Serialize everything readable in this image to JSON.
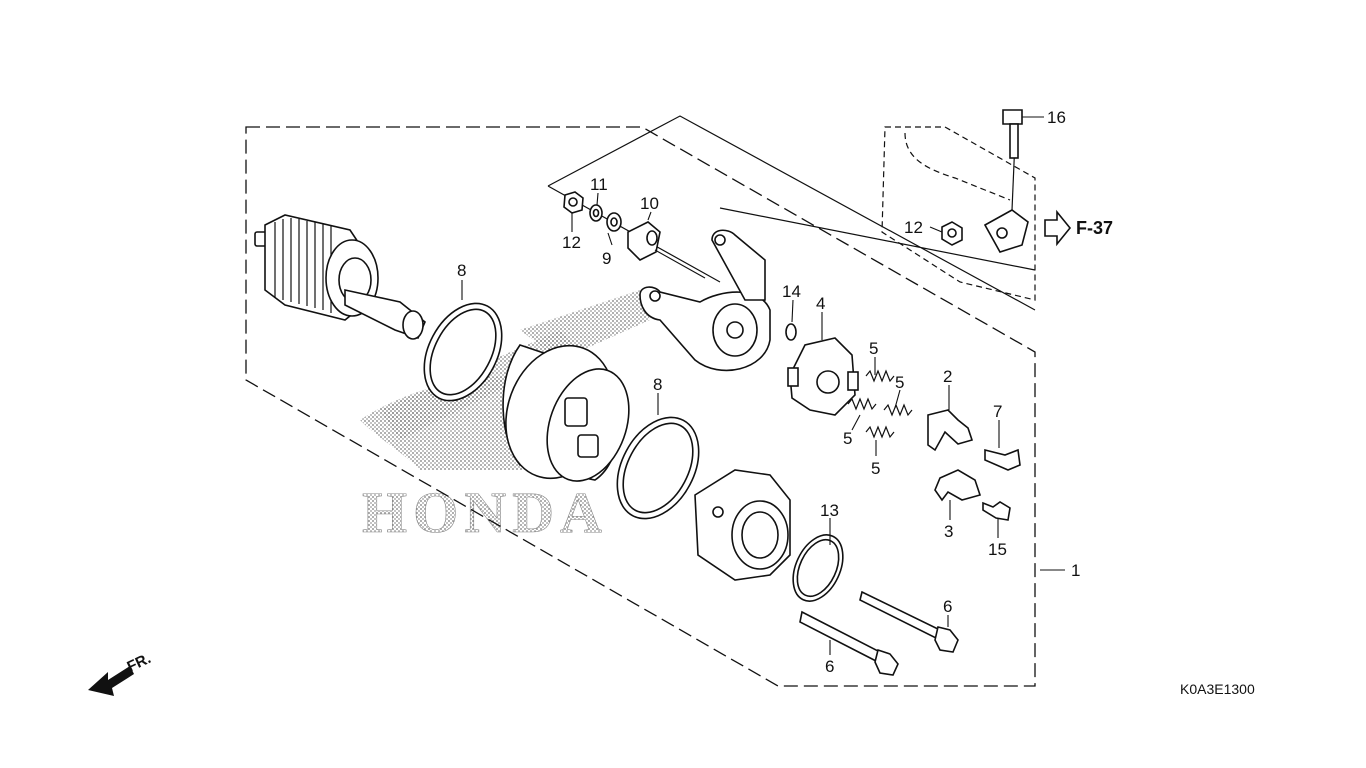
{
  "diagram": {
    "callouts": [
      {
        "id": "c1",
        "text": "1"
      },
      {
        "id": "c2",
        "text": "2"
      },
      {
        "id": "c3",
        "text": "3"
      },
      {
        "id": "c4",
        "text": "4"
      },
      {
        "id": "c5a",
        "text": "5"
      },
      {
        "id": "c5b",
        "text": "5"
      },
      {
        "id": "c5c",
        "text": "5"
      },
      {
        "id": "c5d",
        "text": "5"
      },
      {
        "id": "c6a",
        "text": "6"
      },
      {
        "id": "c6b",
        "text": "6"
      },
      {
        "id": "c7",
        "text": "7"
      },
      {
        "id": "c8a",
        "text": "8"
      },
      {
        "id": "c8b",
        "text": "8"
      },
      {
        "id": "c9",
        "text": "9"
      },
      {
        "id": "c10",
        "text": "10"
      },
      {
        "id": "c11",
        "text": "11"
      },
      {
        "id": "c12a",
        "text": "12"
      },
      {
        "id": "c12b",
        "text": "12"
      },
      {
        "id": "c13",
        "text": "13"
      },
      {
        "id": "c14",
        "text": "14"
      },
      {
        "id": "c15",
        "text": "15"
      },
      {
        "id": "c16",
        "text": "16"
      }
    ],
    "reference": "F-37",
    "direction": "FR.",
    "diagram_code": "K0A3E1300",
    "watermark": "HONDA"
  }
}
